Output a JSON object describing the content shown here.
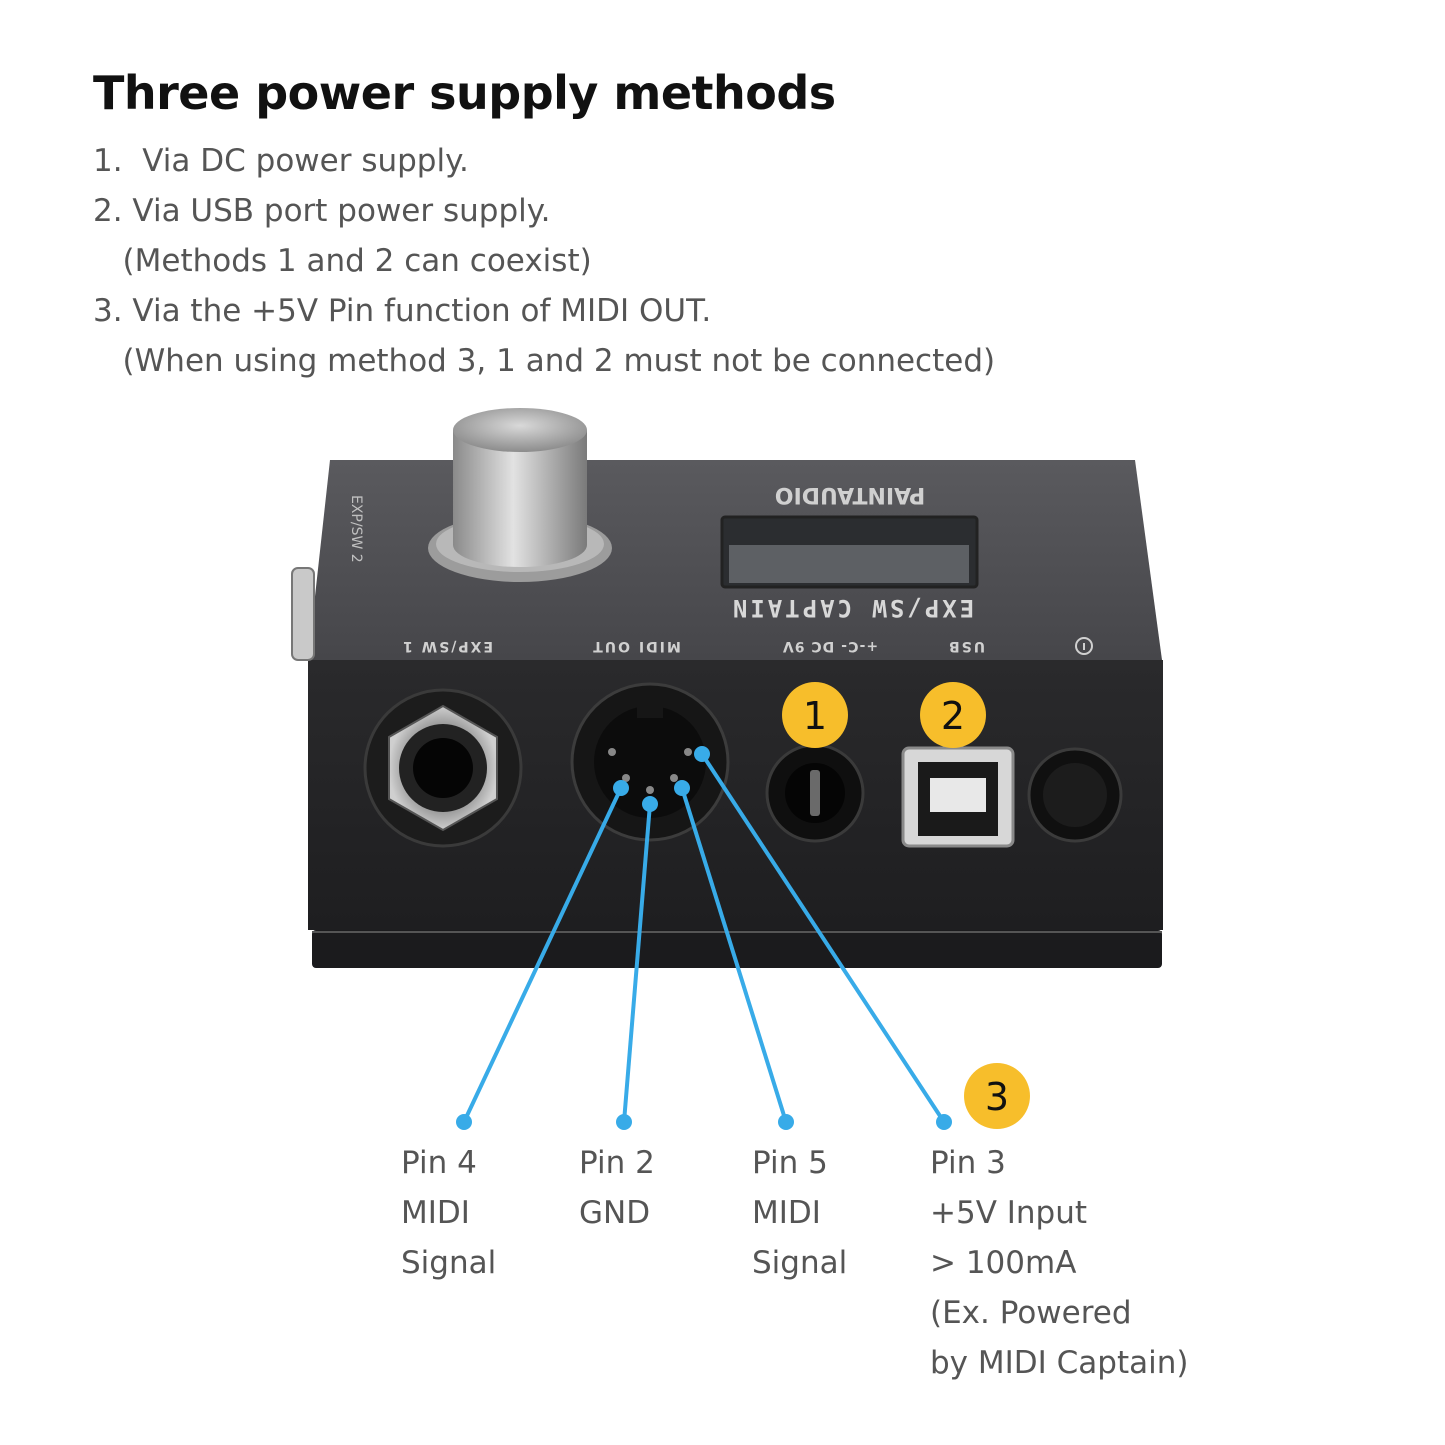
{
  "heading": "Three power supply methods",
  "methods": [
    "1.  Via DC power supply.",
    "2. Via USB port power supply.",
    "   (Methods 1 and 2 can coexist)",
    "3. Via the +5V Pin function of MIDI OUT.",
    "   (When using method 3, 1 and 2 must not be connected)"
  ],
  "device": {
    "brand": "PAINTAUDIO",
    "model": "EXP/SW CAPTAIN",
    "port_labels": [
      "EXP/SW 1",
      "MIDI OUT",
      "+-C- DC 9V",
      "USB"
    ],
    "side_label": "EXP/SW 2"
  },
  "badges": [
    "1",
    "2",
    "3"
  ],
  "colors": {
    "badge": "#F7BE2B",
    "wire": "#38ABE8",
    "body": "#3b3b3d"
  },
  "pins": [
    {
      "lines": [
        "Pin 4",
        "MIDI",
        "Signal"
      ]
    },
    {
      "lines": [
        "Pin 2",
        "GND"
      ]
    },
    {
      "lines": [
        "Pin 5",
        "MIDI",
        "Signal"
      ]
    },
    {
      "lines": [
        "Pin 3",
        "+5V Input",
        "> 100mA",
        "(Ex. Powered",
        "by MIDI Captain)"
      ]
    }
  ]
}
